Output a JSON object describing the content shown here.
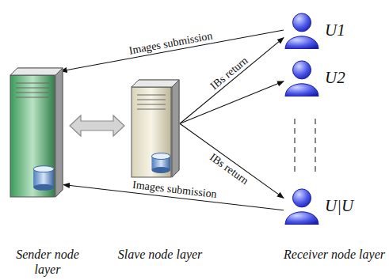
{
  "diagram": {
    "nodes": [
      {
        "text": [
          "Sender node layer"
        ]
      },
      {
        "text": [
          "Slave node layer"
        ]
      },
      {
        "text": [
          "U1"
        ]
      },
      {
        "text": [
          "U2"
        ]
      },
      {
        "text": [
          "U|U"
        ]
      }
    ],
    "edges": [
      {
        "from": 2,
        "to": 0,
        "label": "Images submission",
        "arrow": "to"
      },
      {
        "from": 1,
        "to": 2,
        "label": "IBs return",
        "arrow": "to"
      },
      {
        "from": 1,
        "to": 3,
        "arrow": "to"
      },
      {
        "from": 1,
        "to": 4,
        "label": "IBs return",
        "arrow": "to"
      },
      {
        "from": 4,
        "to": 0,
        "label": "Images submission",
        "arrow": "to"
      },
      {
        "from": 0,
        "to": 1,
        "arrow": "both"
      }
    ],
    "labels": [
      "Receiver node layer"
    ]
  }
}
